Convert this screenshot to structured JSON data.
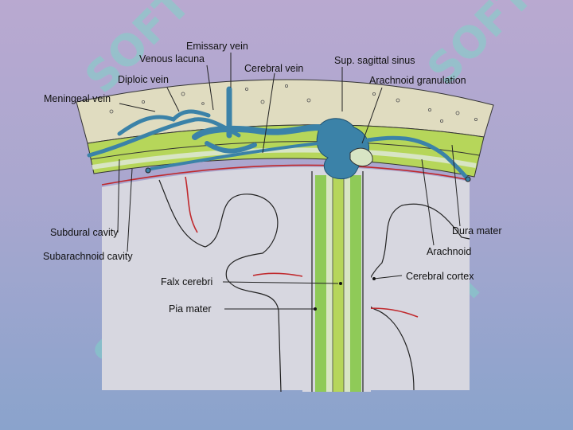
{
  "watermark": "SOFT",
  "labels": {
    "emissary_vein": "Emissary vein",
    "venous_lacuna": "Venous lacuna",
    "diploic_vein": "Diploic vein",
    "meningeal_vein": "Meningeal vein",
    "cerebral_vein": "Cerebral vein",
    "sup_sagittal_sinus": "Sup. sagittal sinus",
    "arachnoid_granulation": "Arachnoid granulation",
    "subdural_cavity": "Subdural cavity",
    "subarachnoid_cavity": "Subarachnoid cavity",
    "dura_mater": "Dura mater",
    "arachnoid": "Arachnoid",
    "cerebral_cortex": "Cerebral cortex",
    "falx_cerebri": "Falx cerebri",
    "pia_mater": "Pia mater"
  },
  "colors": {
    "bone": "#e0dcc0",
    "dura": "#b6d65a",
    "arachnoid": "#d8e5c4",
    "subarachnoid": "#7fbf5a",
    "cortex": "#d7d7e0",
    "vessel": "#3b82a8",
    "artery": "#c0282c"
  }
}
